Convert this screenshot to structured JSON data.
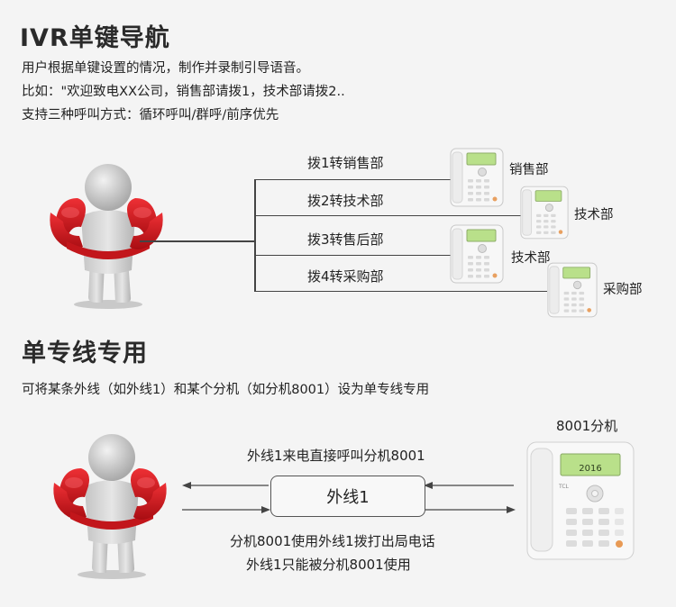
{
  "ivr": {
    "title": "IVR单键导航",
    "desc_lines": [
      "用户根据单键设置的情况，制作并录制引导语音。",
      "比如：\"欢迎致电XX公司，销售部请拨1，技术部请拨2..",
      "支持三种呼叫方式：循环呼叫/群呼/前序优先"
    ],
    "branches": [
      {
        "route": "拨1转销售部",
        "dept": "销售部"
      },
      {
        "route": "拨2转技术部",
        "dept": "技术部"
      },
      {
        "route": "拨3转售后部",
        "dept": "技术部"
      },
      {
        "route": "拨4转采购部",
        "dept": "采购部"
      }
    ]
  },
  "dedicated": {
    "title": "单专线专用",
    "desc": "可将某条外线（如外线1）和某个分机（如分机8001）设为单专线专用",
    "extension_label": "8001分机",
    "top_note": "外线1来电直接呼叫分机8001",
    "box_label": "外线1",
    "bottom_notes": [
      "分机8001使用外线1拨打出局电话",
      "外线1只能被分机8001使用"
    ]
  },
  "colors": {
    "handset_red": "#d3161b",
    "figure_gray": "#d0d0d0",
    "phone_white": "#f7f7f7",
    "screen_green": "#b9e08a"
  },
  "phone": {
    "brand": "TCL",
    "screen_text": "2016"
  }
}
